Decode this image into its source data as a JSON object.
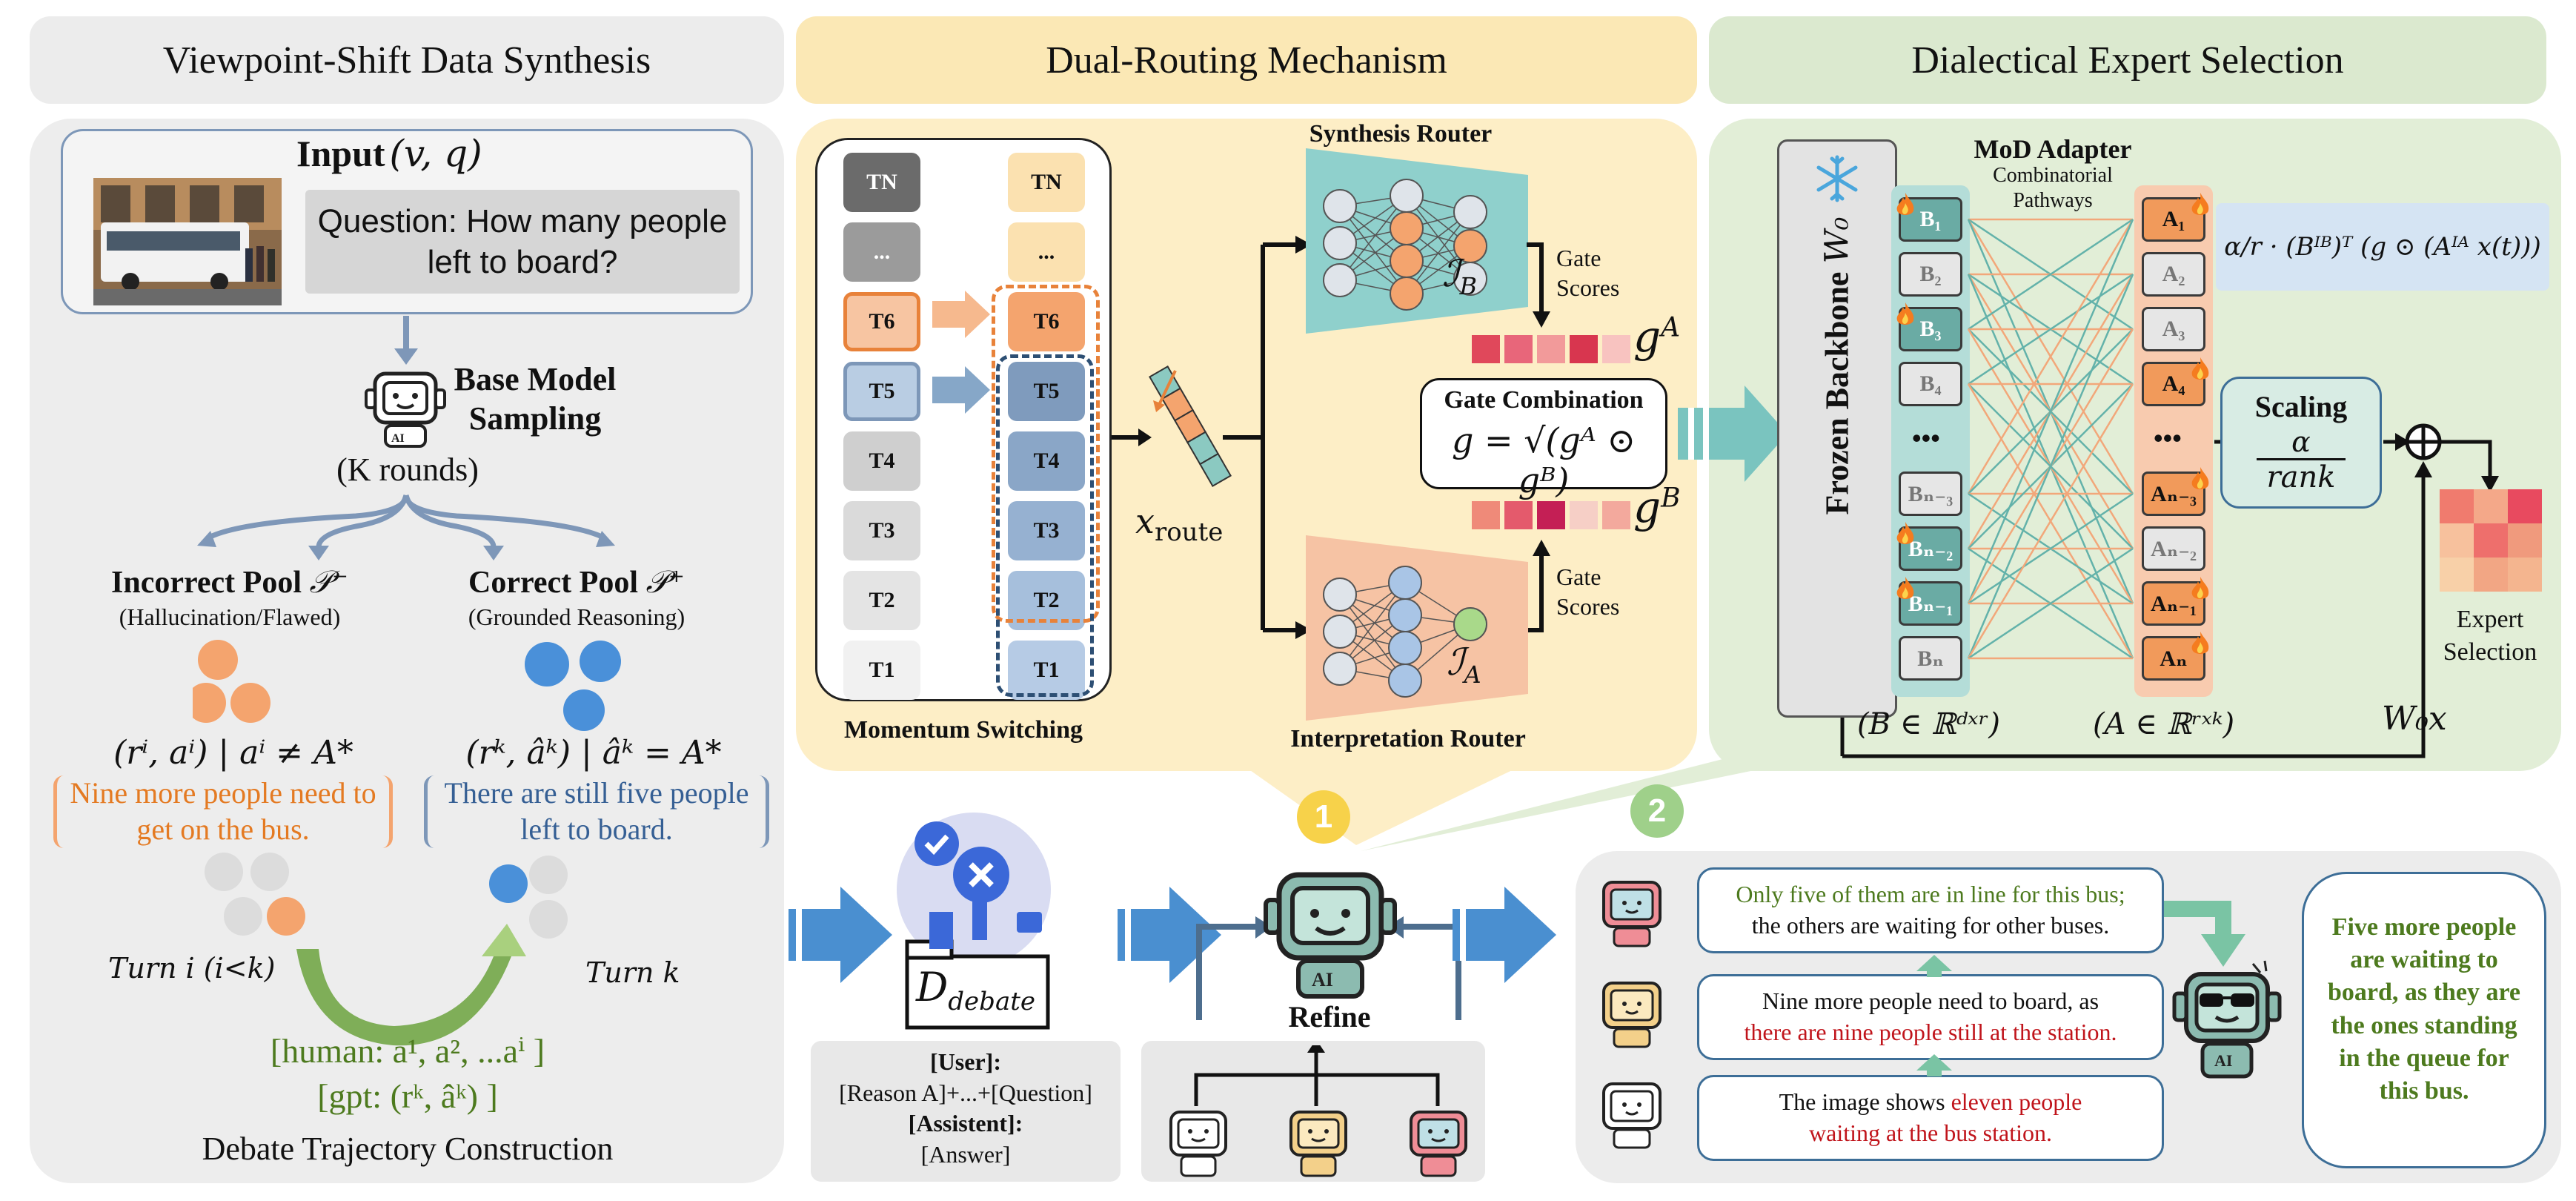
{
  "headers": {
    "left": "Viewpoint-Shift Data Synthesis",
    "middle": "Dual-Routing Mechanism",
    "right": "Dialectical Expert Selection"
  },
  "left": {
    "input_title": "Input",
    "input_vars": "(v, q)",
    "question": "Question: How many people left to board?",
    "base_model_line1": "Base Model",
    "base_model_line2": "Sampling",
    "k_rounds": "(K rounds)",
    "incorrect_pool": "Incorrect Pool",
    "incorrect_pool_sym": "𝒫⁻",
    "incorrect_sub": "(Hallucination/Flawed)",
    "correct_pool": "Correct Pool",
    "correct_pool_sym": "𝒫⁺",
    "correct_sub": "(Grounded Reasoning)",
    "incorrect_formula": "(rⁱ, aⁱ) | aⁱ ≠ A*",
    "correct_formula": "(rᵏ, âᵏ) | âᵏ = A*",
    "incorrect_text": "Nine more people need to get on the bus.",
    "correct_text": "There are still five people left to board.",
    "turn_i": "Turn i (i<k)",
    "turn_k": "Turn k",
    "human_line": "[human: a¹, a², ...aⁱ ]",
    "gpt_line": "[gpt: (rᵏ, âᵏ) ]",
    "caption": "Debate Trajectory Construction"
  },
  "middle": {
    "tokens_left": [
      "TN",
      "...",
      "T6",
      "T5",
      "T4",
      "T3",
      "T2",
      "T1"
    ],
    "tokens_right": [
      "TN",
      "...",
      "T6",
      "T5",
      "T4",
      "T3",
      "T2",
      "T1"
    ],
    "momentum_label": "Momentum Switching",
    "x_route": "x",
    "x_route_sub": "route",
    "synthesis_router": "Synthesis Router",
    "interpretation_router": "Interpretation Router",
    "gate_scores_top": "Gate Scores",
    "gate_scores_bottom": "Gate Scores",
    "ib": "ℐ",
    "ib_sub": "B",
    "ia": "ℐ",
    "ia_sub": "A",
    "ga": "g",
    "ga_sup": "A",
    "gb": "g",
    "gb_sup": "B",
    "gate_combination": "Gate Combination",
    "gate_formula": "g = √(gᴬ ⊙ gᴮ)",
    "ga_colors": [
      "#e0485b",
      "#e8667a",
      "#f29a9a",
      "#d8364f",
      "#f8c3c0"
    ],
    "gb_colors": [
      "#ef8a79",
      "#e45a6c",
      "#c41f55",
      "#f6cfc6",
      "#f3a99d"
    ]
  },
  "right": {
    "frozen_backbone": "Frozen Backbone",
    "w0": "W₀",
    "mod_adapter": "MoD Adapter",
    "combinatorial": "Combinatorial Pathways",
    "b_labels": [
      "B₁",
      "B₂",
      "B₃",
      "B₄",
      "•••",
      "Bₙ₋₃",
      "Bₙ₋₂",
      "Bₙ₋₁",
      "Bₙ"
    ],
    "a_labels": [
      "A₁",
      "A₂",
      "A₃",
      "A₄",
      "•••",
      "Aₙ₋₃",
      "Aₙ₋₂",
      "Aₙ₋₁",
      "Aₙ"
    ],
    "b_space": "(B ∈ ℝᵈˣʳ)",
    "a_space": "(A ∈ ℝʳˣᵏ)",
    "formula": "α/r · (Bᴵᴮ)ᵀ (g ⊙ (Aᴵᴬ x(t)))",
    "scaling": "Scaling",
    "alpha": "α",
    "rank": "rank",
    "expert_selection": "Expert Selection",
    "w0x": "W₀x",
    "heatmap_colors": [
      "#f07b6e",
      "#f4a889",
      "#e84a5f",
      "#f7c19d",
      "#ee6f6c",
      "#f09a7d",
      "#f8d0a8",
      "#f2a684",
      "#f4b58f"
    ]
  },
  "bottom": {
    "d_debate": "D",
    "d_debate_sub": "debate",
    "user_label": "[User]:",
    "user_content": "[Reason A]+...+[Question]",
    "assistant_label": "[Assistent]:",
    "assistant_content": "[Answer]",
    "refine": "Refine",
    "step1": "1",
    "step2": "2",
    "bubble1_a": "Only five of them are in line for this bus;",
    "bubble1_b": "the others are waiting for other buses.",
    "bubble2_a": "Nine more people need to board, as",
    "bubble2_b": "there are nine people still at the station.",
    "bubble3_a": "The image shows",
    "bubble3_b": "eleven people",
    "bubble3_c": "waiting at the bus station.",
    "final_answer": "Five more people are waiting to board, as they are the ones standing in the queue for this bus."
  }
}
